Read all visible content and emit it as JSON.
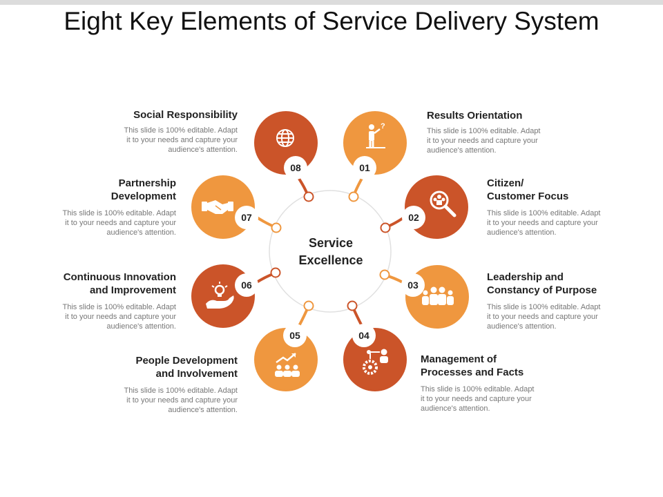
{
  "title": "Eight Key Elements of Service Delivery System",
  "center": {
    "label": "Service\nExcellence"
  },
  "colors": {
    "dark": "#cb5429",
    "light": "#ef973f",
    "ring": "#e0e0e0",
    "connector": "#c84f28"
  },
  "elements": [
    {
      "number": "01",
      "heading": "Results Orientation",
      "description": "This slide is 100% editable. Adapt\nit to your needs and capture your\naudience's attention.",
      "icon": "person-pointing-question-icon"
    },
    {
      "number": "02",
      "heading": "Citizen/\nCustomer Focus",
      "description": "This slide is 100% editable. Adapt\nit to your needs and capture your\naudience's attention.",
      "icon": "magnifier-people-icon"
    },
    {
      "number": "03",
      "heading": "Leadership and\nConstancy of Purpose",
      "description": "This slide is 100% editable. Adapt\nit to your needs and capture your\naudience's attention.",
      "icon": "team-group-icon"
    },
    {
      "number": "04",
      "heading": "Management of\nProcesses and Facts",
      "description": "This slide is 100% editable. Adapt\nit to your needs and capture your\naudience's attention.",
      "icon": "gear-network-icon"
    },
    {
      "number": "05",
      "heading": "People Development\nand Involvement",
      "description": "This slide is 100% editable. Adapt\nit to your needs and capture your\naudience's attention.",
      "icon": "people-growth-chart-icon"
    },
    {
      "number": "06",
      "heading": "Continuous Innovation\nand Improvement",
      "description": "This slide is 100% editable. Adapt\nit to your needs and capture your\naudience's attention.",
      "icon": "hand-lightbulb-icon"
    },
    {
      "number": "07",
      "heading": "Partnership\nDevelopment",
      "description": "This slide is 100% editable. Adapt\nit to your needs and capture your\naudience's attention.",
      "icon": "handshake-icon"
    },
    {
      "number": "08",
      "heading": "Social Responsibility",
      "description": "This slide is 100% editable. Adapt\nit to your needs and capture your\naudience's attention.",
      "icon": "globe-icon"
    }
  ]
}
